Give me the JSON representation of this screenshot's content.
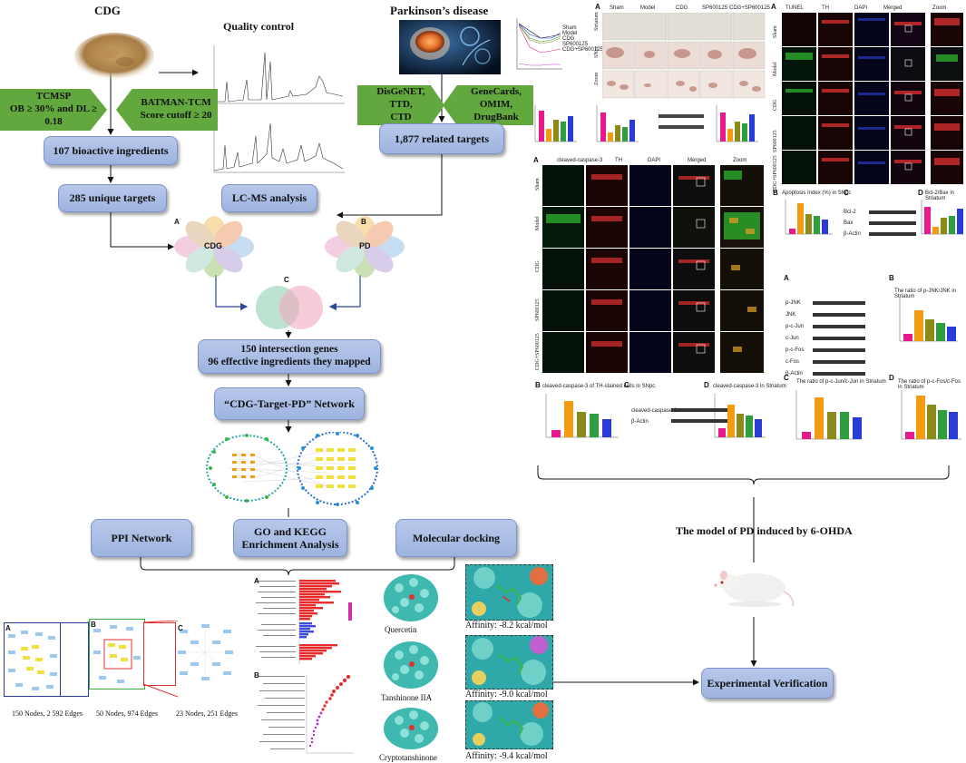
{
  "left_flow": {
    "cdg_title": "CDG",
    "qc_title": "Quality control",
    "pd_title": "Parkinson’s disease",
    "tcmsp_l1": "TCMSP",
    "tcmsp_l2": "OB ≥ 30% and DL ≥ 0.18",
    "batman_l1": "BATMAN-TCM",
    "batman_l2": "Score cutoff ≥ 20",
    "disgenet_l1": "DisGeNET, TTD,",
    "disgenet_l2": "CTD",
    "genecards_l1": "GeneCards, OMIM,",
    "genecards_l2": "DrugBank",
    "box_ingredients": "107 bioactive ingredients",
    "box_targets": "285 unique targets",
    "box_lcms": "LC-MS analysis",
    "box_pd_targets": "1,877  related targets",
    "venn_a_label": "A",
    "venn_a_center": "CDG",
    "venn_b_label": "B",
    "venn_b_center": "PD",
    "venn_c_label": "C",
    "box_intersection_l1": "150 intersection genes",
    "box_intersection_l2": "96 effective ingredients they mapped",
    "box_network": "“CDG-Target-PD” Network",
    "box_ppi": "PPI Network",
    "box_go_l1": "GO and KEGG",
    "box_go_l2": "Enrichment Analysis",
    "box_docking": "Molecular docking"
  },
  "ppi": {
    "a_label": "A",
    "b_label": "B",
    "c_label": "C",
    "caption_a": "150 Nodes, 2 592 Edges",
    "caption_b": "50 Nodes, 974 Edges",
    "caption_c": "23 Nodes, 251 Edges"
  },
  "enrichment": {
    "a_label": "A",
    "b_label": "B"
  },
  "docking": {
    "compound_1": "Quercetin",
    "affinity_1": "Affinity: -8.2 kcal/mol",
    "compound_2": "Tanshinone IIA",
    "affinity_2": "Affinity: -9.0 kcal/mol",
    "compound_3": "Cryptotanshinone",
    "affinity_3": "Affinity: -9.4 kcal/mol"
  },
  "model": {
    "title": "The model of PD induced by 6-OHDA",
    "box_experimental": "Experimental Verification"
  },
  "ihc_panel": {
    "a_label": "A",
    "groups": [
      "Sham",
      "Model",
      "CDG",
      "SP600125",
      "CDG+SP600125"
    ],
    "rows": [
      "Striatum",
      "SNpc",
      "Zoom"
    ],
    "legend": [
      "Sham",
      "Model",
      "CDG",
      "SP600125",
      "CDG+SP600125"
    ]
  },
  "tunel_panel": {
    "a_label": "A",
    "columns": [
      "TUNEL",
      "TH",
      "DAPI",
      "Merged",
      "Zoom"
    ],
    "rows": [
      "Sham",
      "Model",
      "CDG",
      "SP600125",
      "CDG+SP600125"
    ]
  },
  "caspase_panel": {
    "a_label": "A",
    "columns": [
      "cleaved-caspase-3",
      "TH",
      "DAPI",
      "Merged",
      "Zoom"
    ],
    "rows": [
      "Sham",
      "Model",
      "CDG",
      "SP600125",
      "CDG+SP600125"
    ],
    "b_label": "B",
    "c_label": "C",
    "d_label": "D",
    "b_title": "cleaved-caspase-3 of TH-stained cells in SNpc",
    "d_title": "cleaved-caspase-3 in Striatum",
    "wb_labels": [
      "cleaved-caspase-3",
      "β-Actin"
    ]
  },
  "apoptosis_panel": {
    "b_label": "B",
    "c_label": "C",
    "d_label": "D",
    "b_title": "Apoptosis Index (%) in SNpc",
    "d_title": "Bcl-2/Bax in Striatum",
    "wb_labels": [
      "Bcl-2",
      "Bax",
      "β-Actin"
    ]
  },
  "jnk_panel": {
    "a_label": "A",
    "b_label": "B",
    "c_label": "C",
    "d_label": "D",
    "wb_labels": [
      "p-JNK",
      "JNK",
      "p-c-Jun",
      "c-Jun",
      "p-c-Fos",
      "c-Fos",
      "β-Actin"
    ],
    "b_title": "The ratio of p-JNK/JNK in Striatum",
    "c_title": "The ratio of p-c-Jun/c-Jun in Striatum",
    "d_title": "The ratio of p-c-Fos/c-Fos in Striatum"
  },
  "colors": {
    "box_fill": "#a9bce6",
    "arrow_green": "#62a83e",
    "bar_pink": "#e8198b",
    "bar_orange": "#f39c12",
    "bar_olive": "#8b8b1a",
    "bar_green": "#2e9e3e",
    "bar_blue": "#2b3bd6"
  }
}
